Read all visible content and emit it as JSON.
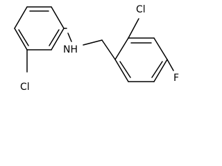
{
  "molecule": {
    "labels": {
      "amine": "NH",
      "chloro_left": "Cl",
      "chloro_right": "Cl",
      "fluoro": "F"
    }
  }
}
